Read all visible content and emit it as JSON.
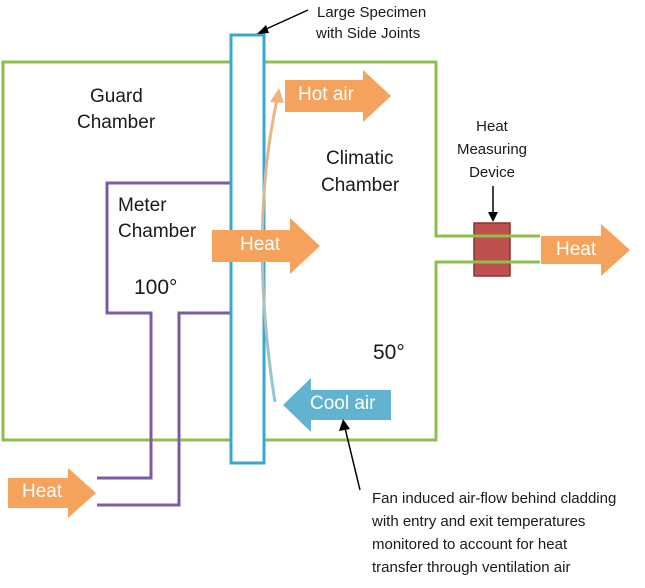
{
  "labels": {
    "specimen": [
      "Large Specimen",
      "with Side Joints"
    ],
    "guard_chamber": [
      "Guard",
      "Chamber"
    ],
    "climatic_chamber": [
      "Climatic",
      "Chamber"
    ],
    "meter_chamber": [
      "Meter",
      "Chamber"
    ],
    "heat_device": [
      "Heat",
      "Measuring",
      "Device"
    ],
    "meter_temp": "100°",
    "climatic_temp": "50°",
    "note": [
      "Fan induced air-flow behind cladding",
      "with entry and exit temperatures",
      "monitored to account for heat",
      "transfer through ventilation  air"
    ]
  },
  "arrows": {
    "hot_air": "Hot air",
    "heat_center": "Heat",
    "cool_air": "Cool air",
    "heat_in": "Heat",
    "heat_out": "Heat"
  },
  "colors": {
    "guard_outline": "#8cbf4e",
    "meter_outline": "#7b5ba6",
    "specimen_outline": "#3aa7d1",
    "heat_arrow": "#f5a35c",
    "cool_arrow": "#62b3cf",
    "heat_device": "#c0504d"
  }
}
